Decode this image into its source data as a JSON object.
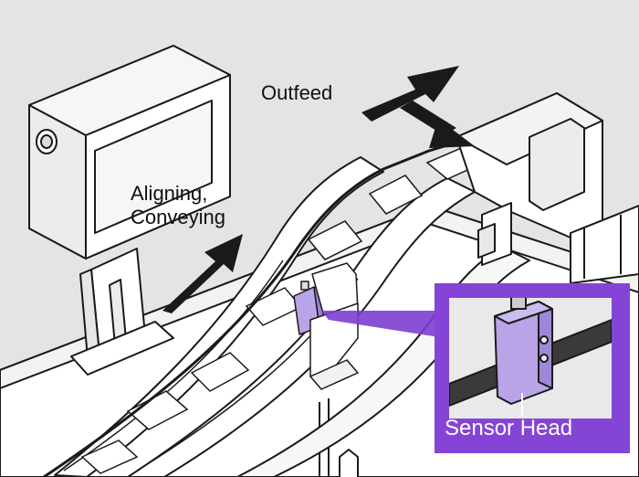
{
  "labels": {
    "outfeed": "Outfeed",
    "aligning_line1": "Aligning,",
    "aligning_line2": "Conveying",
    "sensor_head": "Sensor Head"
  },
  "colors": {
    "background": "#e4e4e4",
    "machine_fill": "#ffffff",
    "outline": "#1a1a1a",
    "arrow": "#1a1a1a",
    "sensor_body": "#b8a4e6",
    "callout_fill": "#8445d6",
    "callout_inner": "#e9e9e9",
    "beam": "#7c3fd1"
  },
  "icons": {
    "outfeed_arrow": "arrow-up-right-icon",
    "conveying_arrow": "arrow-up-right-icon",
    "sensor": "photoelectric-sensor-icon"
  }
}
